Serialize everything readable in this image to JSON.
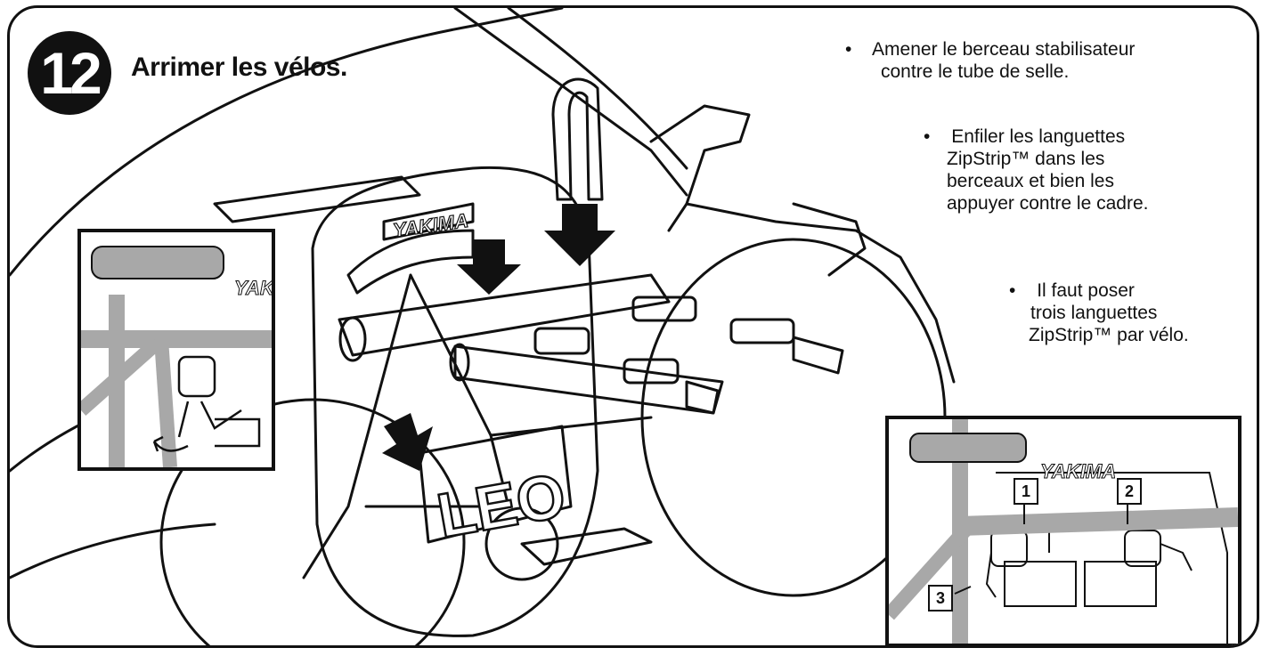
{
  "step": {
    "number": "12",
    "title": "Arrimer les vélos."
  },
  "instructions": [
    {
      "bullet": "•",
      "lines": [
        "Amener le berceau stabilisateur",
        "contre le tube de selle."
      ]
    },
    {
      "bullet": "•",
      "lines": [
        "Enfiler les languettes",
        "ZipStrip™ dans les",
        "berceaux et bien les",
        "appuyer contre le cadre."
      ]
    },
    {
      "bullet": "•",
      "lines": [
        "Il faut poser",
        "trois languettes",
        "ZipStrip™ par vélo."
      ]
    }
  ],
  "brand": {
    "main_logo": "YAKIMA",
    "inset_logo_left": "YAK",
    "inset_logo_right": "YAKIMA",
    "plate_text": "LEO"
  },
  "inset_right_callouts": [
    "1",
    "2",
    "3"
  ],
  "colors": {
    "ink": "#111111",
    "tube_gray": "#a8a8a8",
    "paper": "#ffffff"
  }
}
